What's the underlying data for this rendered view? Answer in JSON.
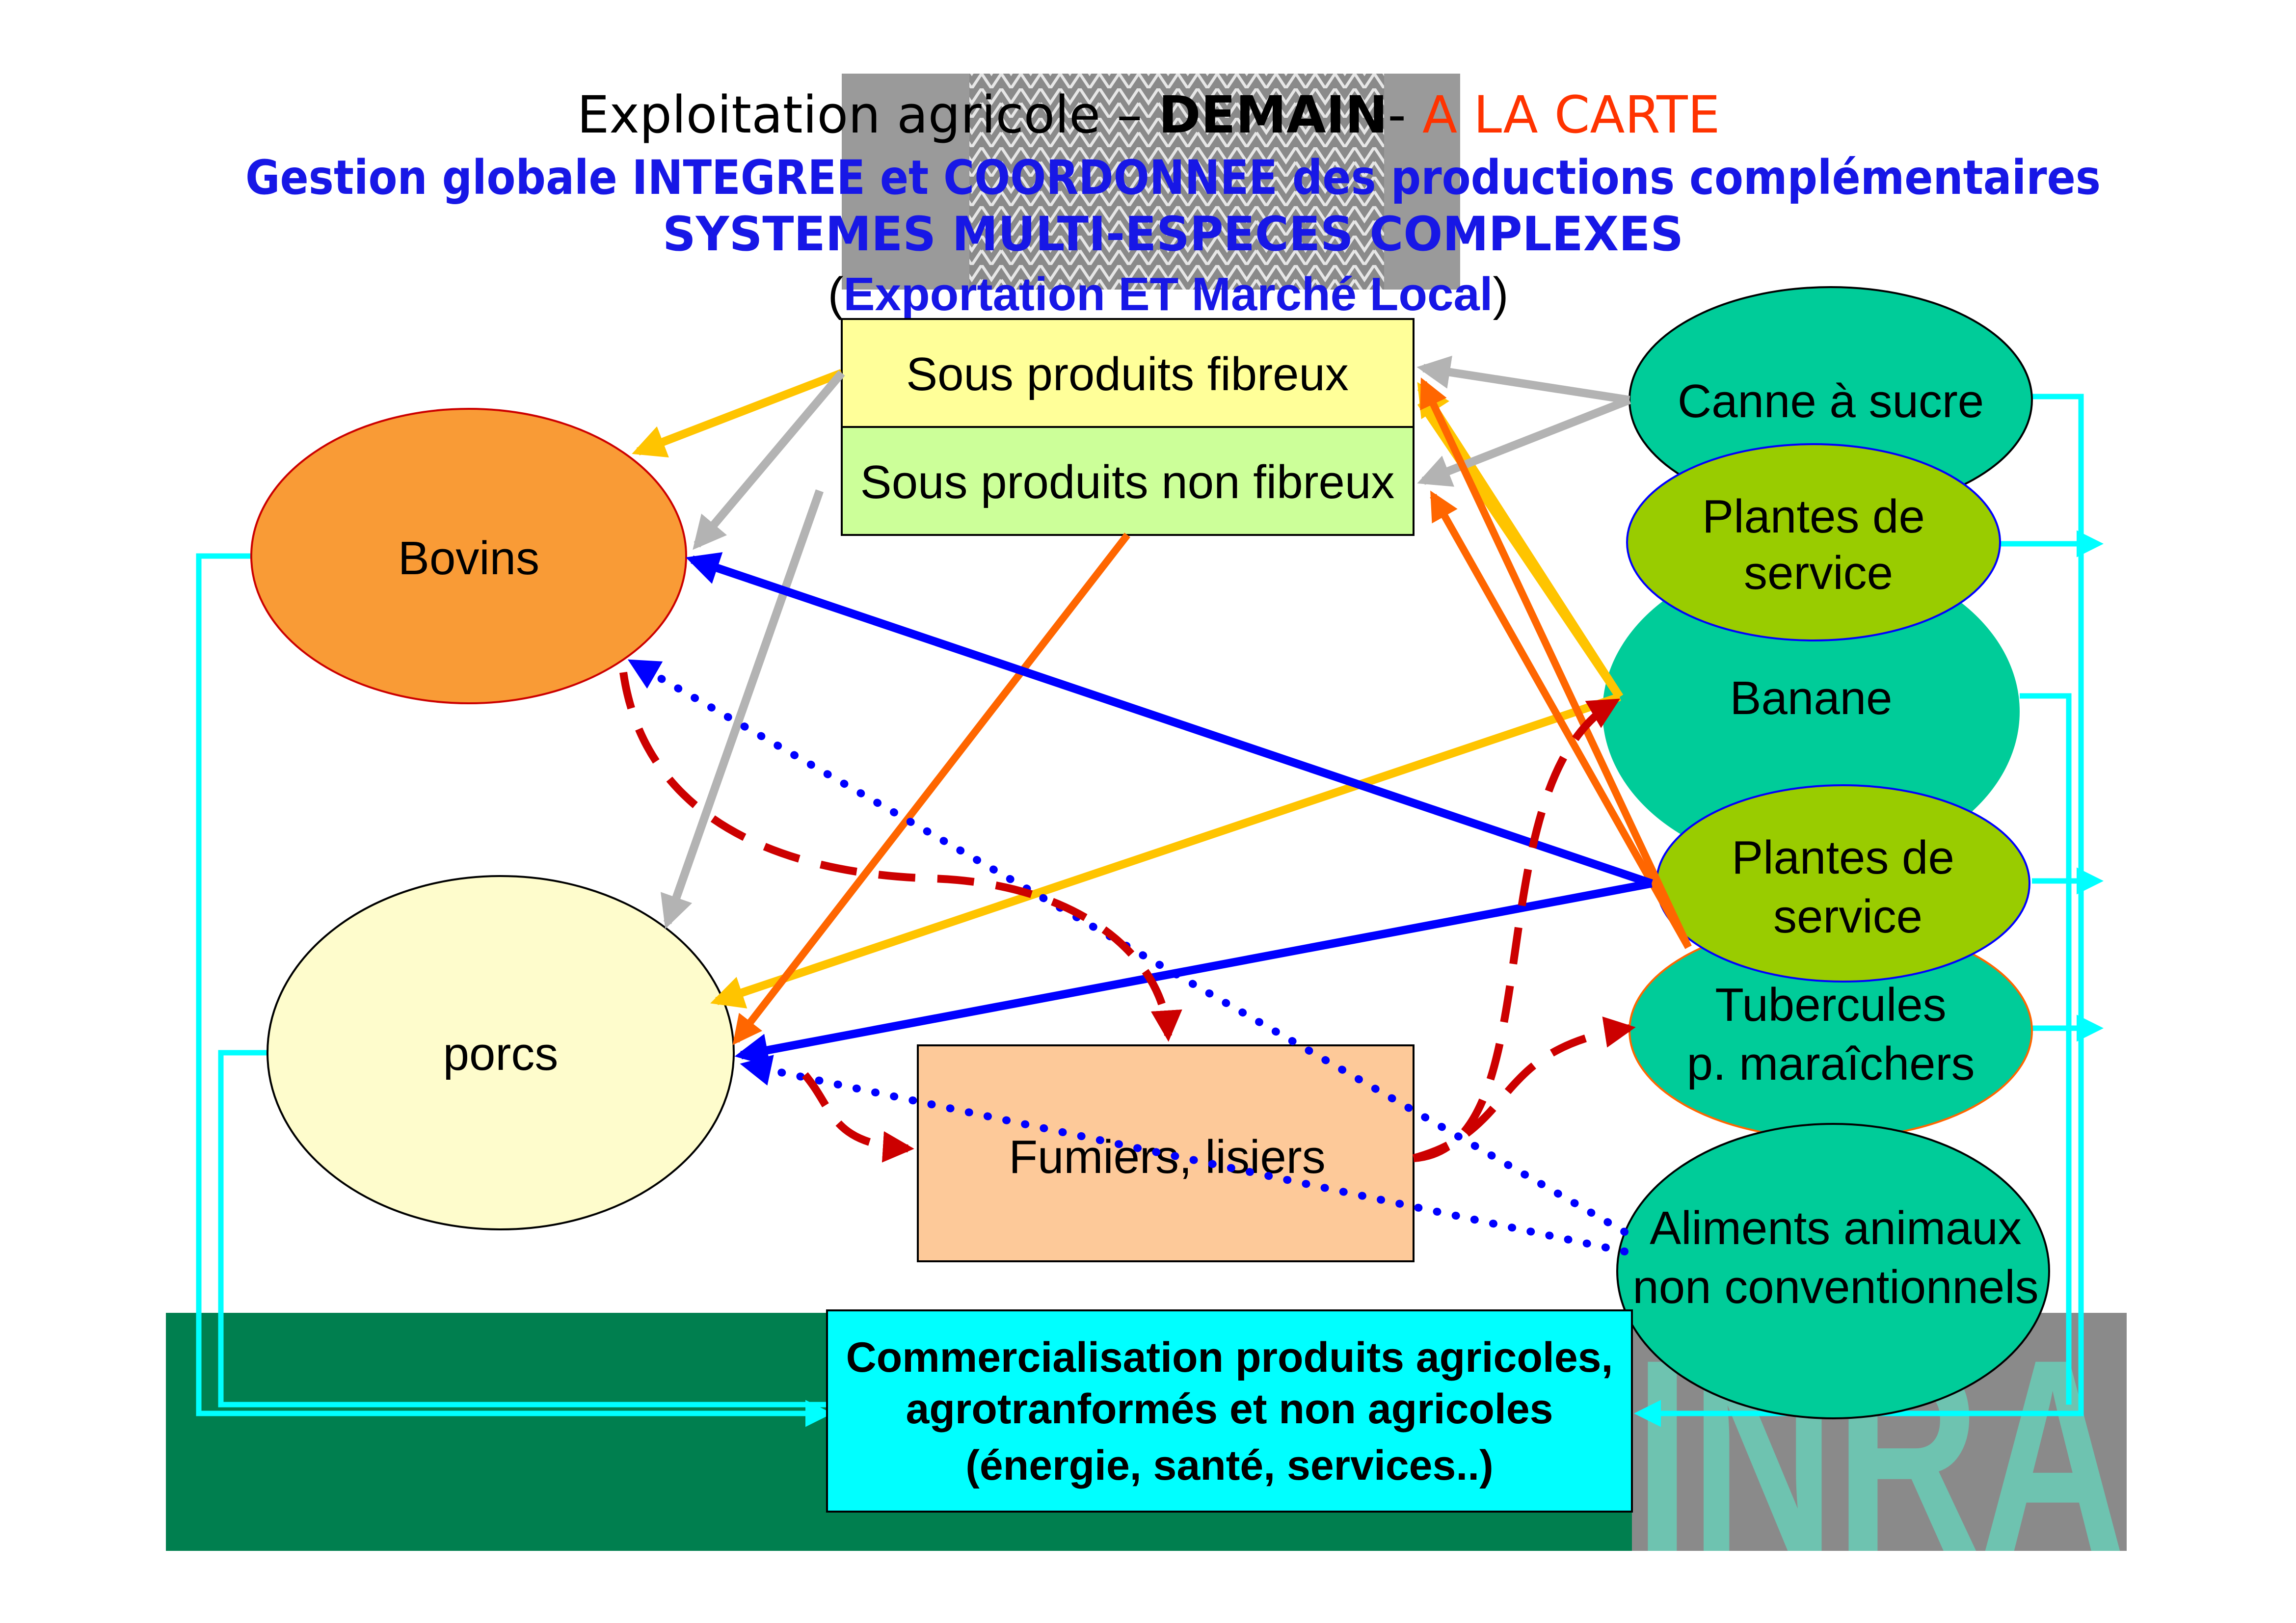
{
  "header": {
    "line1_part1": "Exploitation agricole – ",
    "line1_part2": "DEMAIN",
    "line1_part3": "- ",
    "line1_part4": "A LA CARTE",
    "line2": "Gestion globale INTEGREE et COORDONNEE des productions complémentaires",
    "line3": "SYSTEMES MULTI-ESPECES COMPLEXES",
    "line4_open": "(",
    "line4_main": "Exportation ET Marché Local",
    "line4_close": ")"
  },
  "nodes": {
    "bovins": "Bovins",
    "porcs": "porcs",
    "canne": "Canne à sucre",
    "plantes1_line1": "Plantes de",
    "plantes1_line2": "service",
    "banane": "Banane",
    "plantes2_line1": "Plantes de",
    "plantes2_line2": "service",
    "tubercules_line1": "Tubercules",
    "tubercules_line2": "p. maraîchers",
    "aliments_line1": "Aliments animaux",
    "aliments_line2": "non conventionnels"
  },
  "boxes": {
    "fibreux": "Sous produits fibreux",
    "non_fibreux": "Sous produits non fibreux",
    "fumiers": "Fumiers, lisiers",
    "commerce_line1": "Commercialisation produits agricoles,",
    "commerce_line2": "agrotranformés et non agricoles",
    "commerce_line3": "(énergie, santé, services..)"
  },
  "logo": {
    "text": "INRA"
  },
  "colors": {
    "bovins": "#f99b36",
    "porcs": "#fefccc",
    "teal_node": "#00cc99",
    "service_node": "#99cc00",
    "fibreux": "#ffff99",
    "non_fibreux": "#ccff99",
    "fumiers": "#fdc999",
    "commerce": "#00ffff",
    "banner": "#007f4f",
    "arrow_yellow": "#ffc400",
    "arrow_grey": "#b3b3b3",
    "arrow_orange": "#ff6600",
    "arrow_blue": "#0000ff",
    "arrow_red": "#cc0000",
    "arrow_cyan": "#00ffff",
    "title_red": "#ff3300",
    "title_blue": "#1717e6"
  }
}
